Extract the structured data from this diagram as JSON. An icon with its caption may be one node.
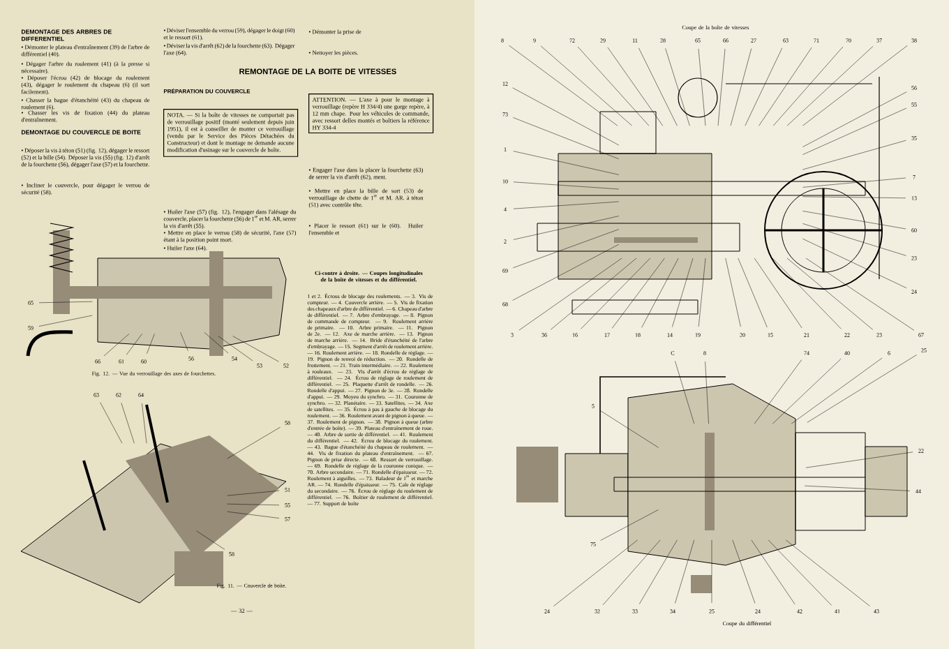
{
  "diagram": {
    "nodes": [
      {
        "text": [
          "NOTA. — Si la boîte de vitesses ne comportait pas de verrouillage positif (monté seulement depuis juin 1951), il est à conseiller de monter ce verrouillage (vendu par le Service des Pièces Détachées du Constructeur) et dont le montage ne demande aucune modification d'usinage sur le couvercle de boîte."
        ]
      },
      {
        "text": [
          "ATTENTION. — L'axe à pour le montage à verrouillage (repère H 334/4) une gorge repère, à 12 mm chape. Pour les véhicules de commande, avec ressort delles montés et boîtiers la référence HY 334-4"
        ]
      }
    ],
    "labels": [
      "DEMONTAGE DES ARBRES DE DIFFERENTIEL",
      "• Démonter le plateau d'entraînement (39) de l'arbre de différentiel (40).",
      "• Dégager l'arbre du roulement (41) (à la presse si nécessaire).",
      "• Déposer l'écrou (42) de blocage du roulement (43), dégager le roulement du chapeau (6) (il sort facilement).",
      "• Chasser la bague d'étanchéité (43) du chapeau de roulement (6).",
      "• Chasser les vis de fixation (44) du plateau d'entraînement.",
      "DEMONTAGE DU COUVERCLE DE BOITE",
      "• Déposer la vis à téton (51) (fig. 12), dégager le ressort (52) et la bille (54). Déposer la vis (55) (fig. 12) d'arrêt de la fourchette (56), dégager l'axe (57) et la fourchette.",
      "• Incliner le couvercle, pour dégager le verrou de sécurité (58).",
      "• Déviser l'ensemble du verrou (59), dégager le doigt (60) et le ressort (61).",
      "• Déviser la vis d'arrêt (62) de la fourchette (63). Dégager l'axe (64).",
      "• Démonter la prise de",
      "• Nettoyer les pièces.",
      "REMONTAGE DE LA BOITE DE VITESSES",
      "PRÉPARATION DU COUVERCLE",
      "• Huiler l'axe (57) (fig. 12), l'engager dans l'alésage du couvercle, placer la fourchette (56) de 1$^{re}$ et M. AR, serrer la vis d'arrêt (55).",
      "• Mettre en place le verrou (58) de sécurité, l'axe (57) étant à la position point mort.",
      "• Huiler l'axe (64).",
      "• Engager l'axe dans la placer la fourchette (63) de serrer la vis d'arrêt (62), ment.",
      "• Mettre en place la bille de sort (53) de verrouillage de chette de 1$^{re}$ et M. AR. à téton (51) avec contrôle tête.",
      "• Placer le ressort (61) sur le (60). Huiler l'ensemble et",
      "Ci-contre à droite. — Coupes longitudinales de la boîte de vitesses et du différentiel.",
      "1 et 2. Écrous de blocage des roulements. — 3. Vis de compteur. — 4. Couvercle arrière. — 5. Vis de fixation des chapeaux d'arbre de différentiel. — 6. Chapeau d'arbre de différentiel. — 7. Arbre d'embrayage. — 8. Pignon de commande de compteur. — 9. Roulement arrière de primaire. — 10. Arbre primaire. — 11. Pignon de 2e. — 12. Axe de marche arrière. — 13. Pignon de marche arrière. — 14. Bride d'étanchéité de l'arbre d'embrayage. — 15. Segment d'arrêt de roulement arrière. — 16. Roulement arrière. — 18. Rondelle de réglage. — 19. Pignon de renvoi de réduction. — 20. Rondelle de frottement. — 21. Train intermédiaire. — 22. Roulement à rouleaux. — 23. Vis d'arrêt d'écrou de réglage de différentiel. — 24. Écrou de réglage de roulement de différentiel. — 25. Plaquette d'arrêt de rondelle. — 26. Rondelle d'appui. — 27. Pignon de 3e. — 28. Rondelle d'appui. — 29. Moyeu du synchro. — 31. Couronne de synchro. — 32. Planétaire. — 33. Satellites. — 34. Axe de satellites. — 35. Écrou à pas à gauche de blocage du roulement. — 36. Roulement avant de pignon à queue. — 37. Roulement de pignon. — 38. Pignon à queue (arbre d'entrée de boîte). — 39. Plateau d'entraînement de roue. — 40. Arbre de sortie de différentiel. — 41. Roulement du différentiel. — 42. Écrou de blocage du roulement. — 43. Bague d'étanchéité du chapeau de roulement. — 44. Vis de fixation du plateau d'entraînement. — 67. Pignon de prise directe. — 68. Ressort de verrouillage. — 69. Rondelle de réglage de la couronne conique. — 70. Arbre secondaire. — 71. Rondelle d'épaisseur. — 72. Roulement à aiguilles. — 73. Baladeur de 1$^{re}$ et marche AR. — 74. Rondelle d'épaisseur. — 75. Cale de réglage du secondaire. — 76. Écrou de réglage du roulement de différentiel. — 76. Boîtier de roulement de différentiel. — 77. Support de boîte",
      "Fig. 12. — Vue du verrouillage des axes de fourchettes.",
      "Fig. 11. — Couvercle de boîte.",
      "— 32 —",
      "Coupe de la boîte de vitesses",
      "Coupe du différentiel",
      "65",
      "59",
      "66",
      "61",
      "60",
      "56",
      "54",
      "53",
      "52",
      "63",
      "62",
      "64",
      "58",
      "51",
      "55",
      "57",
      "58",
      "8",
      "9",
      "72",
      "29",
      "11",
      "28",
      "65",
      "66",
      "27",
      "63",
      "71",
      "70",
      "37",
      "38",
      "12",
      "73",
      "1",
      "10",
      "4",
      "2",
      "69",
      "68",
      "56",
      "55",
      "35",
      "7",
      "13",
      "60",
      "23",
      "24",
      "3",
      "36",
      "16",
      "17",
      "18",
      "14",
      "19",
      "20",
      "15",
      "21",
      "22",
      "23",
      "67",
      "C",
      "8",
      "74",
      "40",
      "6",
      "25",
      "22",
      "44",
      "5",
      "75",
      "24",
      "32",
      "33",
      "34",
      "25",
      "24",
      "42",
      "41",
      "43"
    ]
  }
}
